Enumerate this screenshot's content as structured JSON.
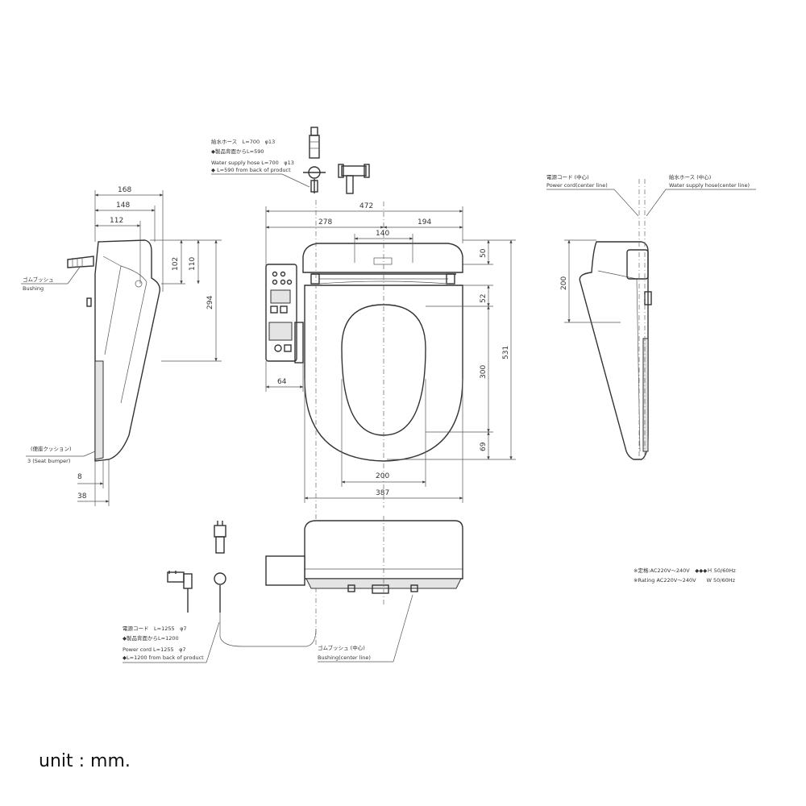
{
  "dimensions": {
    "side_left": {
      "d168": "168",
      "d148": "148",
      "d112": "112",
      "d102": "102",
      "d110": "110",
      "d294": "294",
      "d8": "8",
      "d38": "38"
    },
    "top": {
      "d472": "472",
      "d278": "278",
      "d194": "194",
      "d140": "140",
      "d50": "50",
      "d52": "52",
      "d300": "300",
      "d531": "531",
      "d69": "69",
      "d64": "64",
      "d200": "200",
      "d387": "387"
    },
    "side_right": {
      "d200": "200"
    }
  },
  "labels": {
    "water_hose_jp": "給水ホース　L=700　φ13",
    "water_hose_jp2": "◆製品背面からL=590",
    "water_hose_en": "Water supply hose L=700　φ13",
    "water_hose_en2": "◆ L=590 from back of product",
    "bushing_left_jp": "ゴムブッシュ",
    "bushing_left_en": "Bushing",
    "seat_bumper_jp": "(便座クッション)",
    "seat_bumper_en": "3 (Seat bumper)",
    "power_cord_center_jp": "電源コード (中心)",
    "power_cord_center_en": "Power cord(center line)",
    "water_hose_center_jp": "給水ホース (中心)",
    "water_hose_center_en": "Water supply hose(center line)",
    "power_cord_jp": "電源コード　L=1255　φ7",
    "power_cord_jp2": "◆製品背面からL=1200",
    "power_cord_en": "Power cord L=1255　φ7",
    "power_cord_en2": "◆L=1200 from back of product",
    "bushing_center_jp": "ゴムブッシュ (中心)",
    "bushing_center_en": "Bushing(center line)",
    "rating_jp": "※定格:AC220V～240V　◆◆◆Ｈ 50/60Hz",
    "rating_en": "※Rating AC220V～240V　　W 50/60Hz"
  },
  "unit": "unit : mm."
}
